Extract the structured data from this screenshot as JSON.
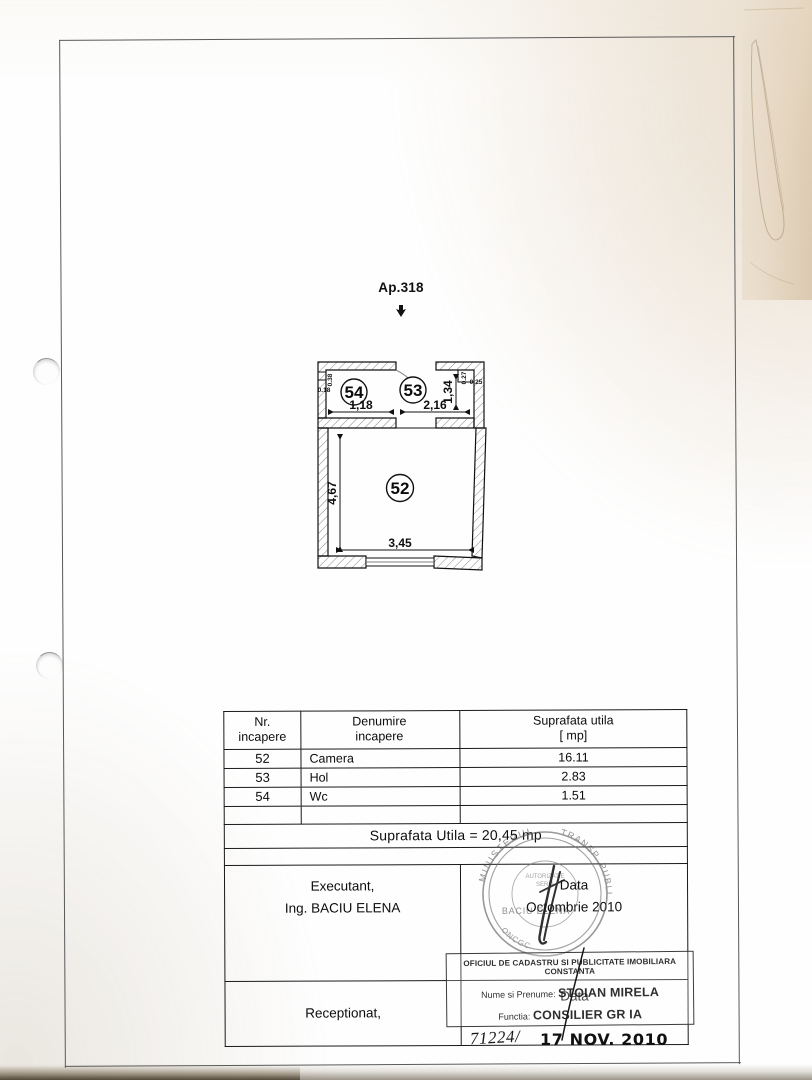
{
  "document": {
    "type": "cadastral-floor-plan",
    "language": "ro"
  },
  "floorplan": {
    "title": "Ap.318",
    "north_arrow": "down-arrow-icon",
    "rooms": [
      {
        "number": "52",
        "name": "Camera"
      },
      {
        "number": "53",
        "name": "Hol"
      },
      {
        "number": "54",
        "name": "Wc"
      }
    ],
    "dimensions": {
      "room52_width": "3,45",
      "room52_height": "4,67",
      "room53_width": "2,16",
      "room53_height": "1,34",
      "room54_width": "1,18",
      "room54_small_a": "0.18",
      "room54_small_b": "0.38",
      "room53_small_a": "0.27",
      "room53_small_b": "0.25"
    }
  },
  "table": {
    "headers": {
      "nr": "Nr.",
      "nr2": "incapere",
      "den": "Denumire",
      "den2": "incapere",
      "sup": "Suprafata utila",
      "sup2": "[ mp]"
    },
    "rows": [
      {
        "nr": "52",
        "den": "Camera",
        "sup": "16.11"
      },
      {
        "nr": "53",
        "den": "Hol",
        "sup": "2.83"
      },
      {
        "nr": "54",
        "den": "Wc",
        "sup": "1.51"
      }
    ],
    "total": "Suprafata Utila = 20,45 mp"
  },
  "signatures": {
    "executant_label": "Executant,",
    "executant_name": "Ing. BACIU ELENA",
    "data_label": "Data",
    "data_value": "Octombrie 2010",
    "receptionat_label": "Receptionat,",
    "receptionat_data_label": "Data"
  },
  "round_stamp": {
    "outer_top": "MINISTERUL",
    "outer_bottom": "LUCRARILOR PUBLICE",
    "inner_name": "BACIU ELENA",
    "inner_org": "ONCGC"
  },
  "rect_stamp": {
    "office": "OFICIUL DE CADASTRU SI PUBLICITATE IMOBILIARA CONSTANTA",
    "name_label": "Nume si Prenume:",
    "name_value": "STOIAN MIRELA",
    "function_label": "Functia:",
    "function_value": "CONSILIER GR IA"
  },
  "registration": {
    "handwritten_number": "71224/",
    "stamp_date": "17 NOV. 2010"
  },
  "colors": {
    "ink": "#0c0c0c",
    "frame": "#59595b",
    "paper": "#fefefe",
    "stamp": "#2b2b2b"
  },
  "chart_data": {
    "type": "table",
    "title": "Suprafata utila [ mp]",
    "categories": [
      "52 Camera",
      "53 Hol",
      "54 Wc"
    ],
    "values": [
      16.11,
      2.83,
      1.51
    ],
    "total": 20.45,
    "ylabel": "mp"
  }
}
